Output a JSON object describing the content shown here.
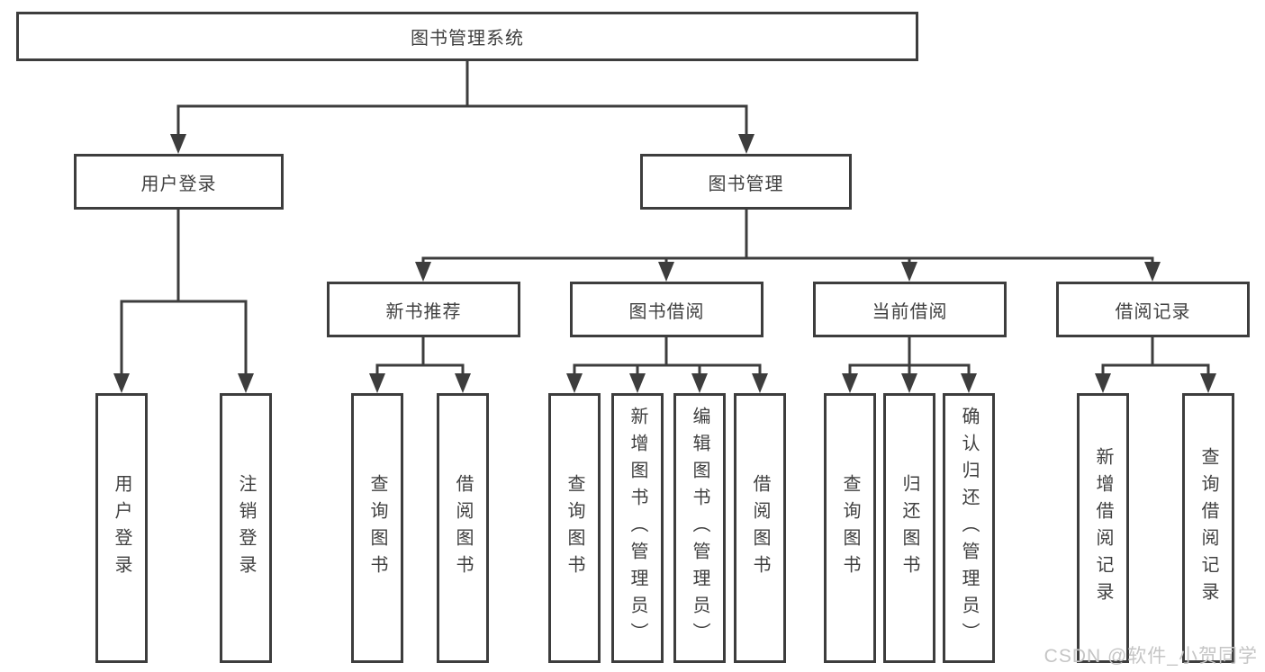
{
  "tree": {
    "root": "图书管理系统",
    "branches": [
      {
        "label": "用户登录",
        "leaves": [
          "用户登录",
          "注销登录"
        ]
      },
      {
        "label": "图书管理",
        "groups": [
          {
            "label": "新书推荐",
            "leaves": [
              "查询图书",
              "借阅图书"
            ]
          },
          {
            "label": "图书借阅",
            "leaves": [
              "查询图书",
              "新增图书（管理员）",
              "编辑图书（管理员）",
              "借阅图书"
            ]
          },
          {
            "label": "当前借阅",
            "leaves": [
              "查询图书",
              "归还图书",
              "确认归还（管理员）"
            ]
          },
          {
            "label": "借阅记录",
            "leaves": [
              "新增借阅记录",
              "查询借阅记录"
            ]
          }
        ]
      }
    ]
  },
  "watermark": "CSDN @软件_小贺同学",
  "colors": {
    "line": "#3d3d3d",
    "text": "#404040",
    "watermark": "#c5c5c5",
    "background": "#ffffff"
  }
}
